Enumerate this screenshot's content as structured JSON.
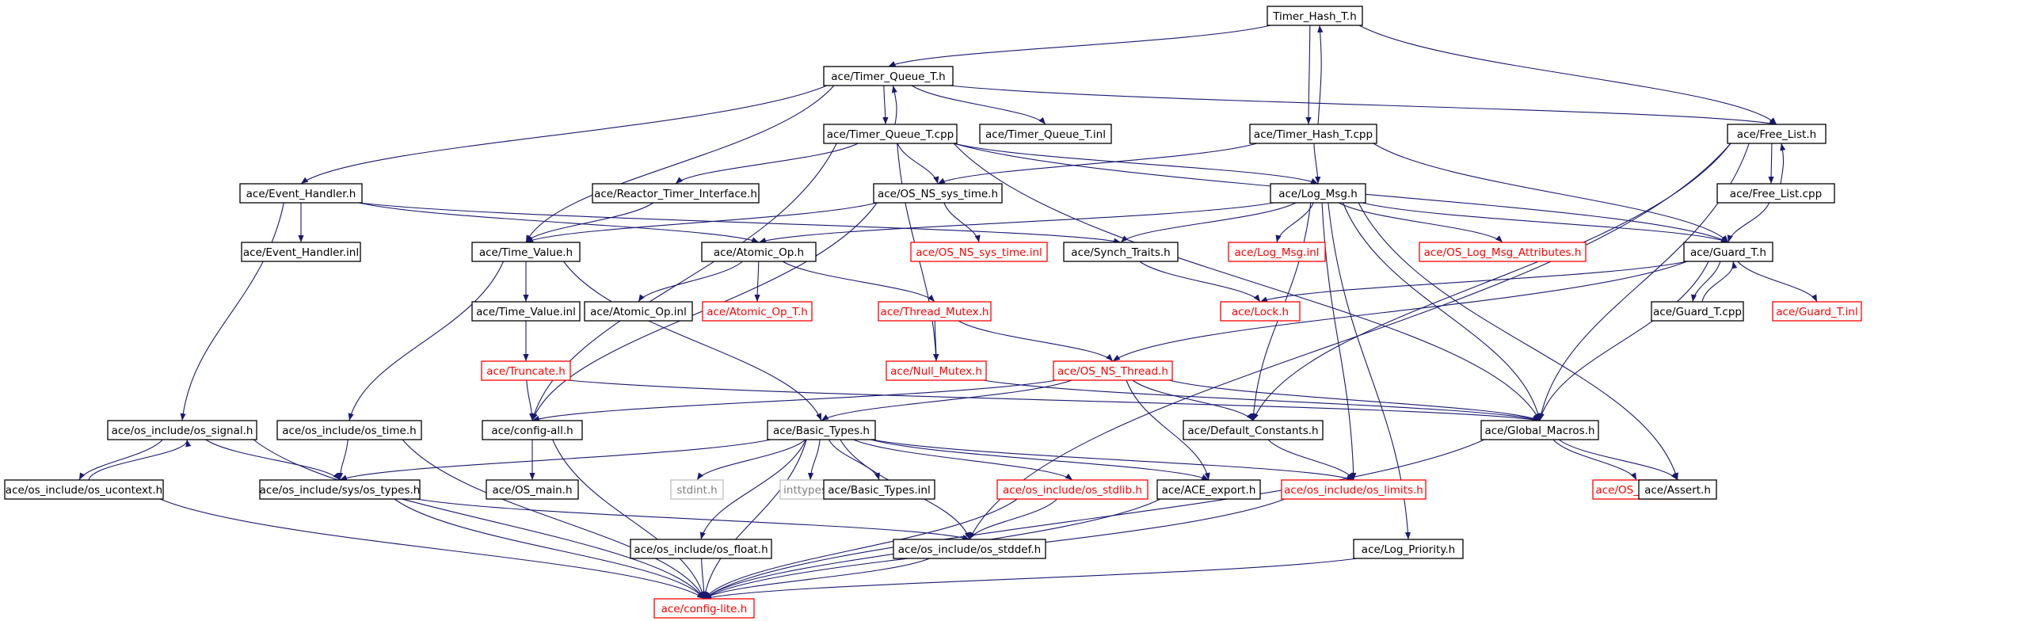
{
  "colors": {
    "edge": "#191970",
    "node_border_default": "#000000",
    "node_border_missing": "#ff0000",
    "node_border_system": "#bfbfbf",
    "root_fill": "#bfbfbf",
    "node_fill": "#ffffff",
    "label_default": "#000000",
    "label_missing": "#ff0000",
    "label_system": "#7f7f7f"
  },
  "nodes": [
    {
      "id": "n0",
      "label": "Timer_Hash_T.h",
      "kind": "root"
    },
    {
      "id": "n1",
      "label": "ace/Timer_Queue_T.h",
      "kind": "normal"
    },
    {
      "id": "n2",
      "label": "ace/Timer_Hash_T.cpp",
      "kind": "normal"
    },
    {
      "id": "n3",
      "label": "ace/Free_List.h",
      "kind": "normal"
    },
    {
      "id": "n4",
      "label": "ace/Timer_Queue_T.cpp",
      "kind": "normal"
    },
    {
      "id": "n5",
      "label": "ace/Timer_Queue_T.inl",
      "kind": "normal"
    },
    {
      "id": "n6",
      "label": "ace/Free_List.cpp",
      "kind": "normal"
    },
    {
      "id": "n7",
      "label": "ace/Event_Handler.h",
      "kind": "normal"
    },
    {
      "id": "n8",
      "label": "ace/Reactor_Timer_Interface.h",
      "kind": "normal"
    },
    {
      "id": "n9",
      "label": "ace/OS_NS_sys_time.h",
      "kind": "normal"
    },
    {
      "id": "n10",
      "label": "ace/Log_Msg.h",
      "kind": "normal"
    },
    {
      "id": "n11",
      "label": "ace/Event_Handler.inl",
      "kind": "normal"
    },
    {
      "id": "n12",
      "label": "ace/Time_Value.h",
      "kind": "normal"
    },
    {
      "id": "n13",
      "label": "ace/Atomic_Op.h",
      "kind": "normal"
    },
    {
      "id": "n14",
      "label": "ace/OS_NS_sys_time.inl",
      "kind": "missing"
    },
    {
      "id": "n15",
      "label": "ace/Synch_Traits.h",
      "kind": "normal"
    },
    {
      "id": "n16",
      "label": "ace/Log_Msg.inl",
      "kind": "missing"
    },
    {
      "id": "n17",
      "label": "ace/OS_Log_Msg_Attributes.h",
      "kind": "missing"
    },
    {
      "id": "n18",
      "label": "ace/Guard_T.h",
      "kind": "normal"
    },
    {
      "id": "n19",
      "label": "ace/Time_Value.inl",
      "kind": "normal"
    },
    {
      "id": "n20",
      "label": "ace/Atomic_Op.inl",
      "kind": "normal"
    },
    {
      "id": "n21",
      "label": "ace/Atomic_Op_T.h",
      "kind": "missing"
    },
    {
      "id": "n22",
      "label": "ace/Thread_Mutex.h",
      "kind": "missing"
    },
    {
      "id": "n23",
      "label": "ace/Lock.h",
      "kind": "missing"
    },
    {
      "id": "n24",
      "label": "ace/Guard_T.cpp",
      "kind": "normal"
    },
    {
      "id": "n25",
      "label": "ace/Guard_T.inl",
      "kind": "missing"
    },
    {
      "id": "n26",
      "label": "ace/Truncate.h",
      "kind": "missing"
    },
    {
      "id": "n27",
      "label": "ace/Null_Mutex.h",
      "kind": "missing"
    },
    {
      "id": "n28",
      "label": "ace/OS_NS_Thread.h",
      "kind": "missing"
    },
    {
      "id": "n29",
      "label": "ace/os_include/os_signal.h",
      "kind": "normal"
    },
    {
      "id": "n30",
      "label": "ace/os_include/os_time.h",
      "kind": "normal"
    },
    {
      "id": "n31",
      "label": "ace/config-all.h",
      "kind": "normal"
    },
    {
      "id": "n32",
      "label": "ace/Basic_Types.h",
      "kind": "normal"
    },
    {
      "id": "n33",
      "label": "ace/Default_Constants.h",
      "kind": "normal"
    },
    {
      "id": "n34",
      "label": "ace/Global_Macros.h",
      "kind": "normal"
    },
    {
      "id": "n35",
      "label": "ace/os_include/os_ucontext.h",
      "kind": "normal"
    },
    {
      "id": "n36",
      "label": "ace/os_include/sys/os_types.h",
      "kind": "normal"
    },
    {
      "id": "n37",
      "label": "ace/OS_main.h",
      "kind": "normal"
    },
    {
      "id": "n38",
      "label": "stdint.h",
      "kind": "system"
    },
    {
      "id": "n39",
      "label": "inttypes.h",
      "kind": "system"
    },
    {
      "id": "n40",
      "label": "ace/Basic_Types.inl",
      "kind": "normal"
    },
    {
      "id": "n41",
      "label": "ace/os_include/os_stdlib.h",
      "kind": "missing"
    },
    {
      "id": "n42",
      "label": "ace/ACE_export.h",
      "kind": "normal"
    },
    {
      "id": "n43",
      "label": "ace/os_include/os_limits.h",
      "kind": "missing"
    },
    {
      "id": "n44",
      "label": "ace/OS_Errno.h",
      "kind": "missing"
    },
    {
      "id": "n45",
      "label": "ace/Assert.h",
      "kind": "normal"
    },
    {
      "id": "n46",
      "label": "ace/os_include/os_float.h",
      "kind": "normal"
    },
    {
      "id": "n47",
      "label": "ace/os_include/os_stddef.h",
      "kind": "normal"
    },
    {
      "id": "n48",
      "label": "ace/Log_Priority.h",
      "kind": "normal"
    },
    {
      "id": "n49",
      "label": "ace/config-lite.h",
      "kind": "missing"
    }
  ],
  "edges": [
    [
      "n0",
      "n1"
    ],
    [
      "n0",
      "n2"
    ],
    [
      "n0",
      "n3"
    ],
    [
      "n1",
      "n4"
    ],
    [
      "n1",
      "n5"
    ],
    [
      "n1",
      "n7"
    ],
    [
      "n1",
      "n12"
    ],
    [
      "n1",
      "n3"
    ],
    [
      "n4",
      "n1"
    ],
    [
      "n4",
      "n8"
    ],
    [
      "n4",
      "n9"
    ],
    [
      "n4",
      "n10"
    ],
    [
      "n4",
      "n18"
    ],
    [
      "n4",
      "n31"
    ],
    [
      "n4",
      "n27"
    ],
    [
      "n4",
      "n34"
    ],
    [
      "n2",
      "n0"
    ],
    [
      "n2",
      "n10"
    ],
    [
      "n2",
      "n18"
    ],
    [
      "n2",
      "n9"
    ],
    [
      "n3",
      "n6"
    ],
    [
      "n3",
      "n34"
    ],
    [
      "n3",
      "n33"
    ],
    [
      "n3",
      "n47"
    ],
    [
      "n6",
      "n3"
    ],
    [
      "n6",
      "n18"
    ],
    [
      "n7",
      "n11"
    ],
    [
      "n7",
      "n13"
    ],
    [
      "n7",
      "n15"
    ],
    [
      "n7",
      "n29"
    ],
    [
      "n8",
      "n12"
    ],
    [
      "n9",
      "n12"
    ],
    [
      "n9",
      "n14"
    ],
    [
      "n9",
      "n31"
    ],
    [
      "n10",
      "n13"
    ],
    [
      "n10",
      "n15"
    ],
    [
      "n10",
      "n16"
    ],
    [
      "n10",
      "n17"
    ],
    [
      "n10",
      "n18"
    ],
    [
      "n10",
      "n33"
    ],
    [
      "n10",
      "n43"
    ],
    [
      "n10",
      "n48"
    ],
    [
      "n10",
      "n45"
    ],
    [
      "n10",
      "n34"
    ],
    [
      "n12",
      "n19"
    ],
    [
      "n12",
      "n30"
    ],
    [
      "n12",
      "n32"
    ],
    [
      "n13",
      "n20"
    ],
    [
      "n13",
      "n21"
    ],
    [
      "n13",
      "n22"
    ],
    [
      "n15",
      "n23"
    ],
    [
      "n18",
      "n23"
    ],
    [
      "n18",
      "n24"
    ],
    [
      "n18",
      "n25"
    ],
    [
      "n18",
      "n28"
    ],
    [
      "n18",
      "n34"
    ],
    [
      "n24",
      "n18"
    ],
    [
      "n19",
      "n26"
    ],
    [
      "n22",
      "n27"
    ],
    [
      "n22",
      "n28"
    ],
    [
      "n26",
      "n31"
    ],
    [
      "n26",
      "n34"
    ],
    [
      "n27",
      "n34"
    ],
    [
      "n28",
      "n31"
    ],
    [
      "n28",
      "n32"
    ],
    [
      "n28",
      "n33"
    ],
    [
      "n28",
      "n34"
    ],
    [
      "n28",
      "n42"
    ],
    [
      "n29",
      "n35"
    ],
    [
      "n29",
      "n36"
    ],
    [
      "n29",
      "n49"
    ],
    [
      "n35",
      "n29"
    ],
    [
      "n35",
      "n49"
    ],
    [
      "n30",
      "n36"
    ],
    [
      "n30",
      "n49"
    ],
    [
      "n31",
      "n37"
    ],
    [
      "n31",
      "n49"
    ],
    [
      "n32",
      "n36"
    ],
    [
      "n32",
      "n38"
    ],
    [
      "n32",
      "n39"
    ],
    [
      "n32",
      "n40"
    ],
    [
      "n32",
      "n41"
    ],
    [
      "n32",
      "n42"
    ],
    [
      "n32",
      "n43"
    ],
    [
      "n32",
      "n46"
    ],
    [
      "n32",
      "n47"
    ],
    [
      "n32",
      "n49"
    ],
    [
      "n33",
      "n43"
    ],
    [
      "n34",
      "n44"
    ],
    [
      "n34",
      "n45"
    ],
    [
      "n34",
      "n49"
    ],
    [
      "n36",
      "n47"
    ],
    [
      "n36",
      "n49"
    ],
    [
      "n41",
      "n47"
    ],
    [
      "n41",
      "n49"
    ],
    [
      "n42",
      "n49"
    ],
    [
      "n43",
      "n49"
    ],
    [
      "n46",
      "n49"
    ],
    [
      "n47",
      "n49"
    ],
    [
      "n48",
      "n49"
    ]
  ]
}
